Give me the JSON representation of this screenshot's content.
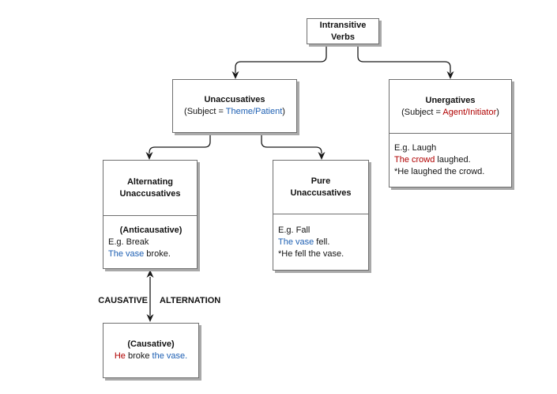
{
  "colors": {
    "link_blue": "#1d5fb3",
    "emphasis_red": "#b00000",
    "box_border": "#6f6f6f",
    "box_shadow": "#a9a9a9",
    "arrow": "#1a1a1a"
  },
  "nodes": {
    "root": {
      "title": "Intransitive\nVerbs"
    },
    "unaccusatives": {
      "title": "Unaccusatives",
      "sub_prefix": "(Subject = ",
      "sub_value": "Theme/Patient",
      "sub_suffix": ")"
    },
    "unergatives": {
      "title": "Unergatives",
      "sub_prefix": "(Subject = ",
      "sub_value": "Agent/Initiator",
      "sub_suffix": ")",
      "example_label": "E.g. Laugh",
      "ex1_subject": "The crowd",
      "ex1_rest": " laughed.",
      "ex2": "*He laughed the crowd."
    },
    "alternating": {
      "title": "Alternating\nUnaccusatives",
      "subheading": "(Anticausative)",
      "example_label": "E.g. Break",
      "ex1_subject": "The vase",
      "ex1_rest": " broke."
    },
    "pure": {
      "title": "Pure\nUnaccusatives",
      "example_label": "E.g. Fall",
      "ex1_subject": "The vase",
      "ex1_rest": " fell.",
      "ex2": "*He fell the vase."
    },
    "causative": {
      "subheading": "(Causative)",
      "ex_subject": "He",
      "ex_mid": " broke ",
      "ex_object": "the vase."
    }
  },
  "labels": {
    "alternation_left": "CAUSATIVE",
    "alternation_right": "ALTERNATION"
  }
}
